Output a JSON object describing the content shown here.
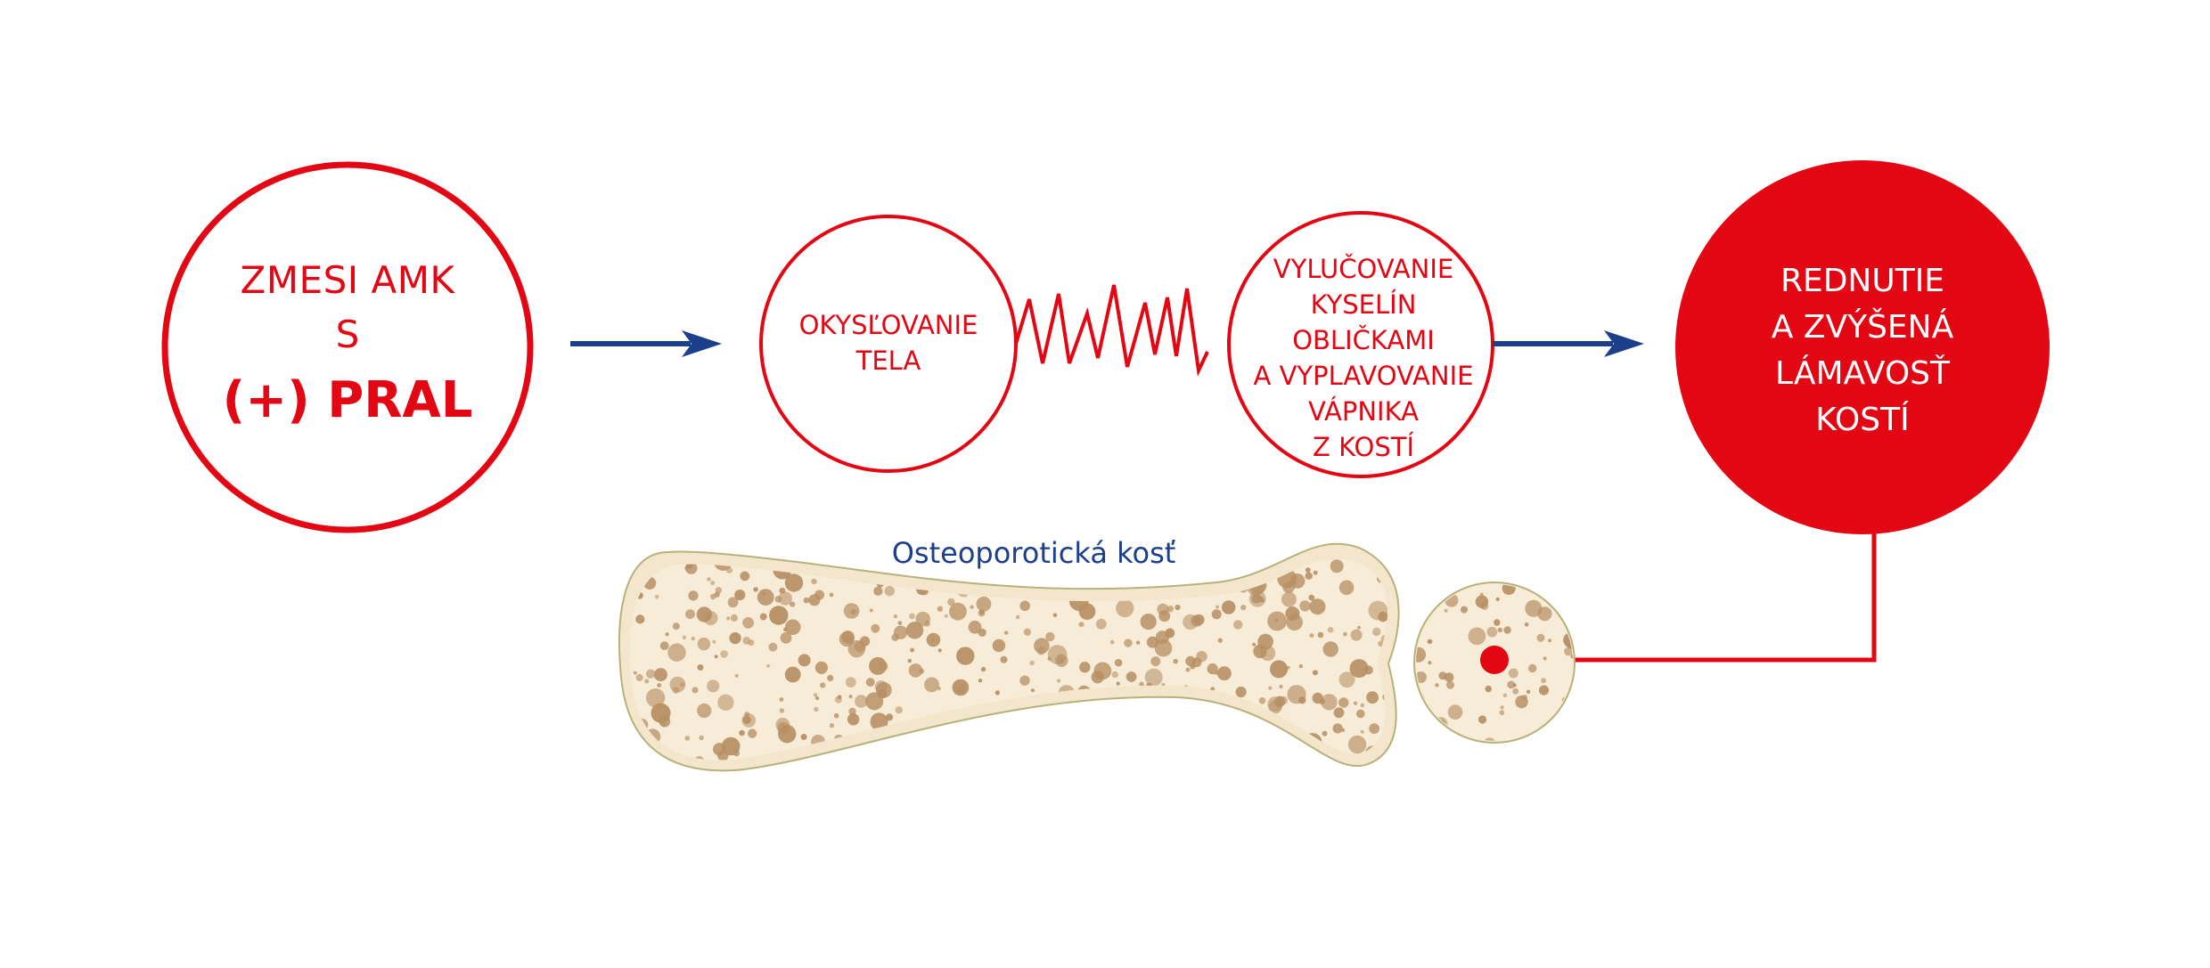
{
  "left_circle": {
    "line1": "ZMESI AMK",
    "line2": "S",
    "line3": "(+) PRAL"
  },
  "middle_circle_1": {
    "lines": [
      "OKYSĽOVANIE",
      "TELA"
    ]
  },
  "middle_circle_2": {
    "lines": [
      "VYLUČOVANIE",
      "KYSELÍN",
      "OBLIČKAMI",
      "A VYPLAVOVANIE",
      "VÁPNIKA",
      "Z KOSTÍ"
    ]
  },
  "right_circle": {
    "lines": [
      "REDNUTIE",
      "A ZVÝŠENÁ",
      "LÁMAVOSŤ",
      "KOSTÍ"
    ]
  },
  "bone_label": "Osteoporotická kosť",
  "colors": {
    "red": "#e30613",
    "navy": "#1b3f8b",
    "bone_fill": "#f3e6cc",
    "bone_outline": "#b7b27a",
    "pore": "#b78f64"
  }
}
